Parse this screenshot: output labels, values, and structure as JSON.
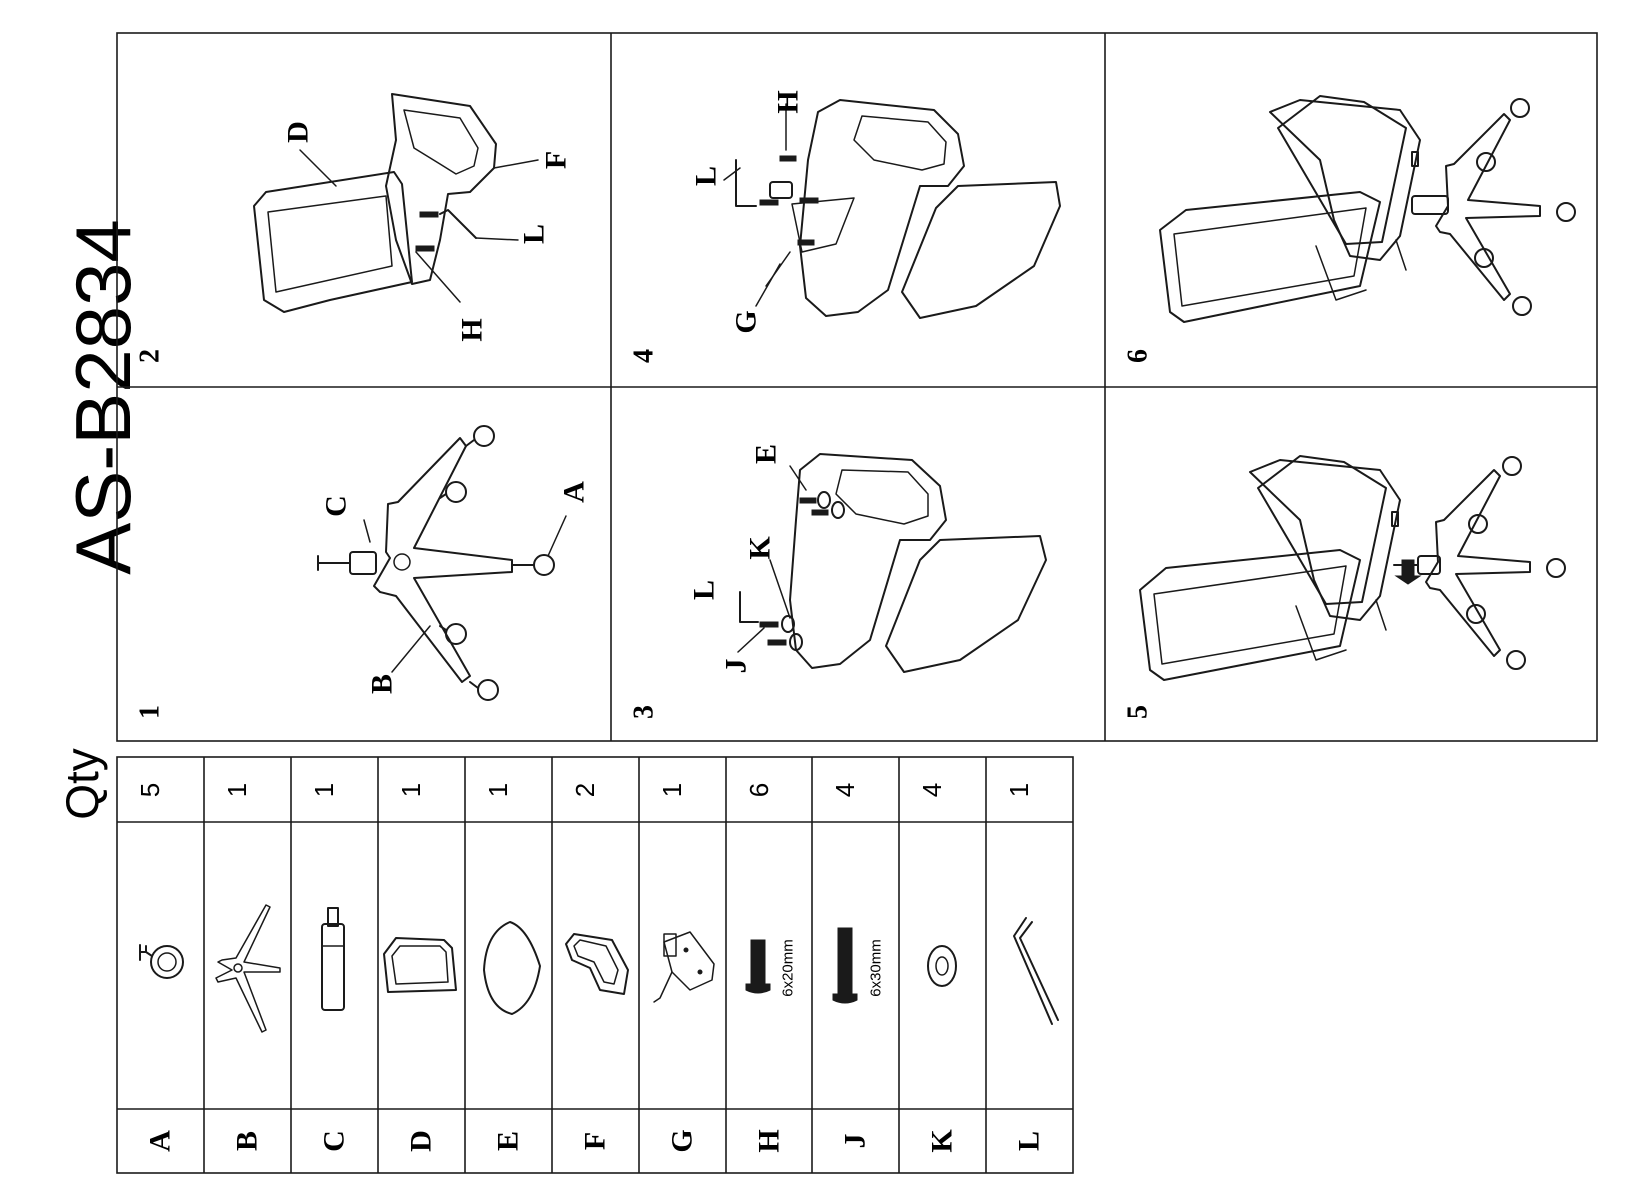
{
  "document": {
    "model": "AS-B2834",
    "qty_heading": "Qty"
  },
  "parts": [
    {
      "letter": "A",
      "qty": "5",
      "note": ""
    },
    {
      "letter": "B",
      "qty": "1",
      "note": ""
    },
    {
      "letter": "C",
      "qty": "1",
      "note": ""
    },
    {
      "letter": "D",
      "qty": "1",
      "note": ""
    },
    {
      "letter": "E",
      "qty": "1",
      "note": ""
    },
    {
      "letter": "F",
      "qty": "2",
      "note": ""
    },
    {
      "letter": "G",
      "qty": "1",
      "note": ""
    },
    {
      "letter": "H",
      "qty": "6",
      "note": "6x20mm"
    },
    {
      "letter": "J",
      "qty": "4",
      "note": "6x30mm"
    },
    {
      "letter": "K",
      "qty": "4",
      "note": ""
    },
    {
      "letter": "L",
      "qty": "1",
      "note": ""
    }
  ],
  "steps": [
    {
      "number": "1",
      "callouts": [
        "C",
        "A",
        "B"
      ]
    },
    {
      "number": "2",
      "callouts": [
        "D",
        "F",
        "L",
        "H"
      ]
    },
    {
      "number": "3",
      "callouts": [
        "E",
        "K",
        "L",
        "J"
      ]
    },
    {
      "number": "4",
      "callouts": [
        "H",
        "L",
        "G"
      ]
    },
    {
      "number": "5",
      "callouts": []
    },
    {
      "number": "6",
      "callouts": []
    }
  ]
}
